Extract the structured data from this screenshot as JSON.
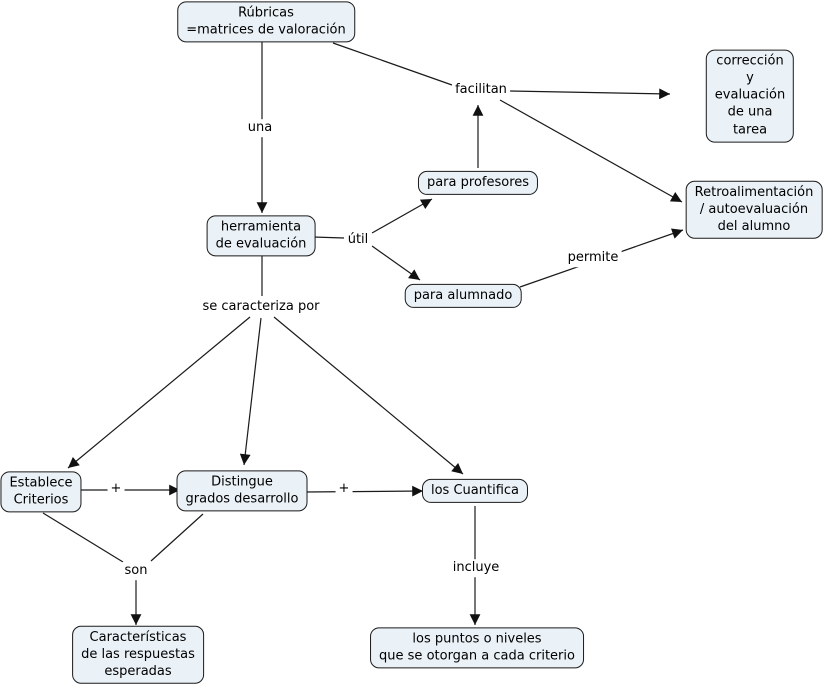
{
  "diagram": {
    "title": "Concept map: Rúbricas (matrices de valoración)",
    "nodes": {
      "rubricas": "Rúbricas\n=matrices de valoración",
      "correccion_evaluacion": "corrección y evaluación\nde una tarea",
      "para_profesores": "para profesores",
      "herramienta_evaluacion": "herramienta\nde evaluación",
      "retroalimentacion": "Retroalimentación\n/ autoevaluación\ndel alumno",
      "para_alumnado": "para alumnado",
      "establece_criterios": "Establece\nCriterios",
      "distingue_grados": "Distingue\ngrados desarrollo",
      "los_cuantifica": "los Cuantifica",
      "caracteristicas_respuestas": "Características\nde las respuestas\nesperadas",
      "puntos_niveles": "los puntos o niveles\nque se otorgan a cada criterio"
    },
    "edge_labels": {
      "una": "una",
      "facilitan": "facilitan",
      "util": "útil",
      "permite": "permite",
      "se_caracteriza_por": "se caracteriza por",
      "plus_left": "+",
      "plus_right": "+",
      "son": "son",
      "incluye": "incluye"
    },
    "colors": {
      "node_fill": "#eaf1f7",
      "node_border": "#1a1a1a",
      "line": "#1a1a1a",
      "background": "#ffffff",
      "text": "#000000"
    }
  }
}
